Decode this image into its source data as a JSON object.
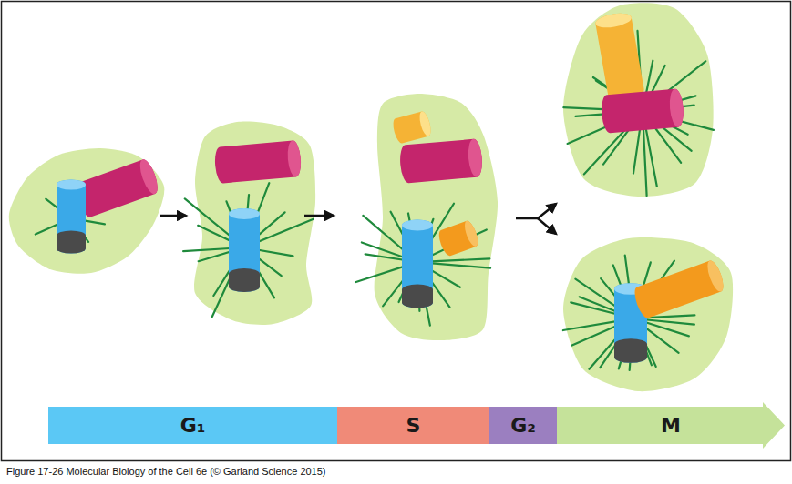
{
  "diagram": {
    "caption": "Figure 17-26  Molecular Biology of the Cell 6e (© Garland Science 2015)",
    "nodes": [
      {
        "text": [
          "G₁"
        ]
      },
      {
        "text": [
          "S"
        ]
      },
      {
        "text": [
          "G₂"
        ]
      },
      {
        "text": [
          "M"
        ]
      }
    ]
  }
}
